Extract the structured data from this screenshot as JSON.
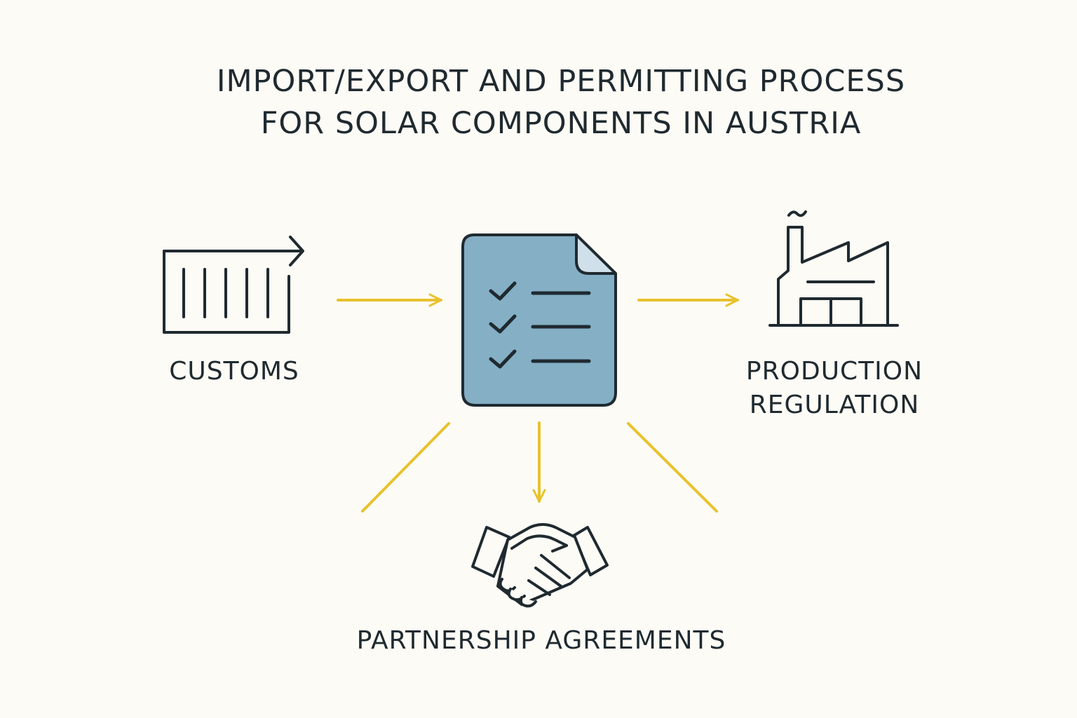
{
  "title": {
    "line1": "IMPORT/EXPORT AND PERMITTING PROCESS",
    "line2": "FOR SOLAR COMPONENTS IN AUSTRIA"
  },
  "nodes": {
    "customs": {
      "label": "CUSTOMS",
      "icon": "shipping-container-icon"
    },
    "document": {
      "icon": "checklist-document-icon"
    },
    "production": {
      "label_line1": "PRODUCTION",
      "label_line2": "REGULATION",
      "icon": "factory-icon"
    },
    "partnership": {
      "label": "PARTNERSHIP AGREEMENTS",
      "icon": "handshake-icon"
    }
  },
  "colors": {
    "background": "#fdfbf5",
    "ink": "#1f2a30",
    "arrow": "#e8c22e",
    "document_fill": "#84afc5"
  }
}
